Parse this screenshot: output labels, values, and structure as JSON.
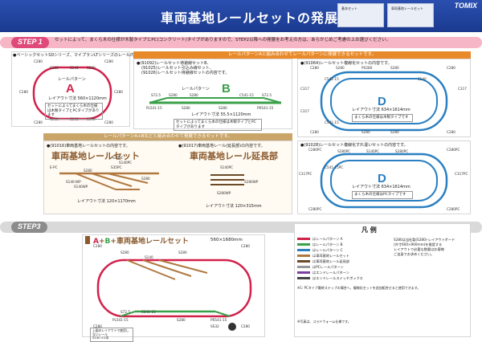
{
  "header": {
    "title": "車両基地レールセットの発展例",
    "logo": "TOMIX",
    "box1": "基本セット",
    "box2": "車両基地レールセット"
  },
  "step1": {
    "tag": "STEP 1",
    "intro_line1": "セットによって、まくら木の仕様が木製タイプとPC(コンクリート)タイプがありますので、STEP2以降への発展をお考えの方は、あらかじめご考慮の上お選びください。",
    "intro_line2": ""
  },
  "panelA": {
    "desc1": "●ベーシックセットSDシリーズ、マイプランLTシリーズのレール内容です。",
    "pattern": "レールパターン",
    "letter": "A",
    "size": "レイアウト寸法 560×1120mm",
    "note": "セットによってまくら木の仕様は木製タイプとPCタイプがあります",
    "labels": [
      "C280",
      "S280",
      "S140",
      "S280",
      "C280",
      "C280",
      "C280",
      "C280",
      "S280",
      "S140",
      "S280",
      "C280"
    ]
  },
  "panelBar": {
    "caption": "レールパターンAと組み合わせてレールパターンに発展できるセットです。"
  },
  "panelB": {
    "l1": "●(91092)レールセット待避線セットB、",
    "l2": "(91025)レールセット引込み線セット、",
    "l3": "(91026)レールセット待避線セットの内容です。",
    "pattern": "レールパターン",
    "letter": "B",
    "size": "レイアウト寸法 55.5×1120mm",
    "note": "セットによってまくら木の仕様は木製タイプとPCタイプがあります",
    "labels": [
      "S72.5",
      "S280",
      "S280",
      "C541-15",
      "S72.5",
      "PL541-15",
      "S280",
      "S280",
      "PR541-15"
    ]
  },
  "panelD1": {
    "l1": "●(91064)レールセット複線化セットの内容です。",
    "letter": "D",
    "size": "レイアウト寸法 634×1614mm",
    "note": "まくら木の仕様は木製タイプです",
    "labels": [
      "C280",
      "S280",
      "PX280",
      "S280",
      "C280",
      "C317",
      "C541-15",
      "S140",
      "C317",
      "C280",
      "C280",
      "C541-15",
      "C317",
      "S280",
      "S280"
    ]
  },
  "panelC": {
    "caption": "レールパターンA+Bなどと組み合わせて発展できるセットです。",
    "left_desc": "●(91016)車両基地レールセットの内容です。",
    "left_title": "車両基地レールセット",
    "left_size": "レイアウト寸法 120×1170mm",
    "left_labels": [
      "E-PC",
      "S280",
      "S140-WP",
      "S140WP",
      "S70PC",
      "S140PC",
      "S35PC",
      "S280"
    ],
    "right_desc": "●(91017)車両基地レール(延長部)の内容です。",
    "right_title": "車両基地レール延長部",
    "right_size": "レイアウト寸法 120×315mm",
    "right_labels": [
      "S140PC",
      "S280WP",
      "S280WP"
    ]
  },
  "panelD2": {
    "l1": "●(91028)レールセット複線化すれ違いセットの内容です。",
    "letter": "D",
    "size": "レイアウト寸法 634×1614mm",
    "note": "まくら木の仕様はPCタイプです",
    "labels": [
      "C280PC",
      "S280PC",
      "S140PC",
      "S280PC",
      "C280PC",
      "C317PC",
      "C541-15PC",
      "C317PC",
      "C280PC",
      "C280PC"
    ]
  },
  "step3": {
    "tag": "STEP3",
    "title_A": "A",
    "title_plus1": "+",
    "title_B": "B",
    "title_plus2": "+",
    "title_rest": "車両基地レールセット",
    "size": "560×1680mm",
    "labels": [
      "C280",
      "S280",
      "S140",
      "S280",
      "C280",
      "C280",
      "S72.5",
      "C541-15",
      "PL541-15",
      "S280",
      "PR541-15",
      "C280"
    ],
    "pieces_note": "上図のレイアウトで使用しないレール",
    "pieces": "S140 ×1本"
  },
  "legend": {
    "title": "凡 例",
    "rows": [
      {
        "text": "はレールパターン A",
        "color": "#d2214b"
      },
      {
        "text": "はレールパターン B",
        "color": "#3aa04a"
      },
      {
        "text": "はレールパターン C",
        "color": "#2a7fc1"
      },
      {
        "text": "は車両基地レールセット",
        "color": "#b07840"
      },
      {
        "text": "は車両基地レール延長部",
        "color": "#6b4a2a"
      },
      {
        "text": "はPCレールパターン",
        "color": "#999999"
      },
      {
        "text": "はエンドレールパターン",
        "color": "#7b3fa0"
      },
      {
        "text": "はエンドレールスイッチボックス",
        "color": "#444444"
      }
    ],
    "right_notes": [
      "S280は当社製(S280)-レイアウトボード",
      "(外寸600×900mm)を推奨する",
      "レイアウトで必要な数量はお客様",
      "ご自身でお求めください。"
    ],
    "footnote1": "※1: PCタイプ最終ステップの場合へ、複線化セットを追加組合せると使用できます。",
    "footnote2": "※写真は、コラドウォーム仕様です。",
    "tail": "SS32"
  },
  "colors": {
    "pink": "#f6b6c6",
    "blue": "#2a4fb0",
    "green": "#3aa04a",
    "red": "#d2214b",
    "brown": "#b07840",
    "orange": "#e88a2a"
  }
}
